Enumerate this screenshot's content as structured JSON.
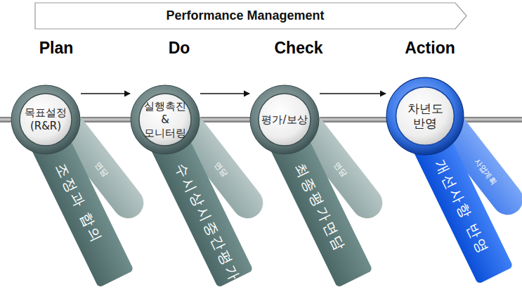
{
  "diagram": {
    "title": "Performance Management",
    "nodes": [
      {
        "text": [
          "목표설정 (R&R)"
        ]
      },
      {
        "text": [
          "면담"
        ]
      },
      {
        "text": [
          "조정과 합의"
        ]
      },
      {
        "text": [
          "실행촉진 & 모니터링"
        ]
      },
      {
        "text": [
          "면담"
        ]
      },
      {
        "text": [
          "수시상시중간평가"
        ]
      },
      {
        "text": [
          "평가/보상"
        ]
      },
      {
        "text": [
          "면담"
        ]
      },
      {
        "text": [
          "최종평가면담"
        ]
      },
      {
        "text": [
          "차년도 반영"
        ]
      },
      {
        "text": [
          "사업계획"
        ]
      },
      {
        "text": [
          "개선사항 반영"
        ]
      }
    ],
    "edges": [
      {
        "from": 0,
        "to": 3,
        "arrow": "to"
      },
      {
        "from": 3,
        "to": 6,
        "arrow": "to"
      },
      {
        "from": 6,
        "to": 9,
        "arrow": "to"
      }
    ],
    "labels": [
      "Plan",
      "Do",
      "Check",
      "Action"
    ]
  }
}
